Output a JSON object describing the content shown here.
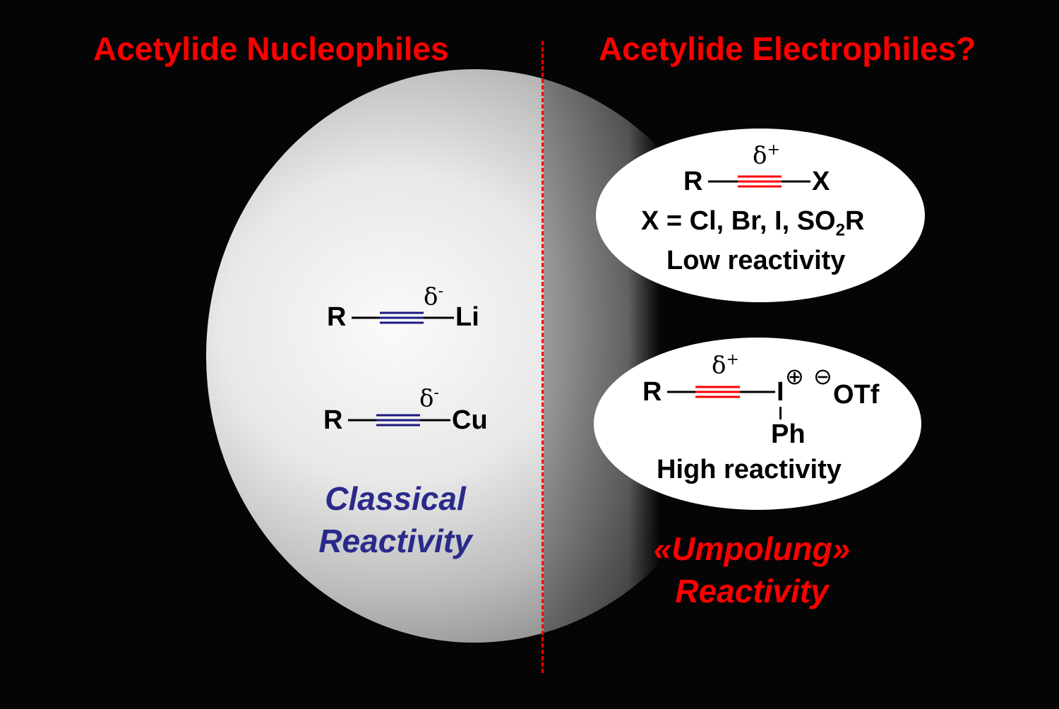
{
  "left_title": "Acetylide Nucleophiles",
  "right_title": "Acetylide Electrophiles?",
  "left": {
    "li": {
      "r": "R",
      "delta": "δ",
      "charge": "-",
      "metal": "Li"
    },
    "cu": {
      "r": "R",
      "delta": "δ",
      "charge": "-",
      "metal": "Cu"
    },
    "label_line1": "Classical",
    "label_line2": "Reactivity"
  },
  "right": {
    "top": {
      "r": "R",
      "delta": "δ",
      "charge": "+",
      "x": "X",
      "subst_pre": "X = Cl, Br, I, SO",
      "subst_sub": "2",
      "subst_post": "R",
      "reactivity": "Low reactivity"
    },
    "bottom": {
      "r": "R",
      "delta": "δ",
      "charge": "+",
      "iodine": "I",
      "plus": "⊕",
      "minus": "⊖",
      "otf": "OTf",
      "ph": "Ph",
      "reactivity": "High reactivity"
    },
    "label_line1": "«Umpolung»",
    "label_line2": "Reactivity"
  },
  "colors": {
    "red": "#ff0000",
    "blue": "#1a1a80"
  }
}
